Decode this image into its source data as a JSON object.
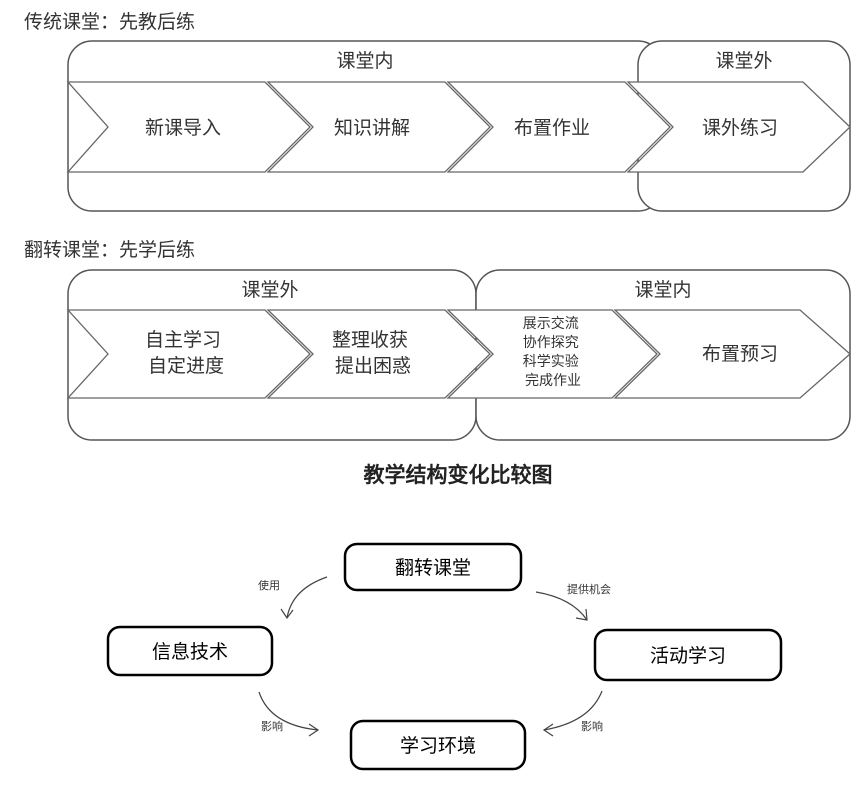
{
  "traditional": {
    "heading": "传统课堂：先教后练",
    "groups": [
      "课堂内",
      "课堂外"
    ],
    "steps": [
      {
        "lines": [
          "新课导入"
        ]
      },
      {
        "lines": [
          "知识讲解"
        ]
      },
      {
        "lines": [
          "布置作业"
        ]
      },
      {
        "lines": [
          "课外练习"
        ]
      }
    ]
  },
  "flipped": {
    "heading": "翻转课堂：先学后练",
    "groups": [
      "课堂外",
      "课堂内"
    ],
    "steps": [
      {
        "lines": [
          "自主学习",
          "自定进度"
        ]
      },
      {
        "lines": [
          "整理收获",
          "提出困惑"
        ]
      },
      {
        "lines": [
          "展示交流",
          "协作探究",
          "科学实验",
          "完成作业"
        ]
      },
      {
        "lines": [
          "布置预习"
        ]
      }
    ]
  },
  "comparison_caption": "教学结构变化比较图",
  "cycle": {
    "nodes": {
      "top": "翻转课堂",
      "left": "信息技术",
      "right": "活动学习",
      "bottom": "学习环境"
    },
    "edges": {
      "left_to_top": "使用",
      "top_to_right": "提供机会",
      "left_to_bottom": "影响",
      "right_to_bottom": "影响"
    }
  }
}
